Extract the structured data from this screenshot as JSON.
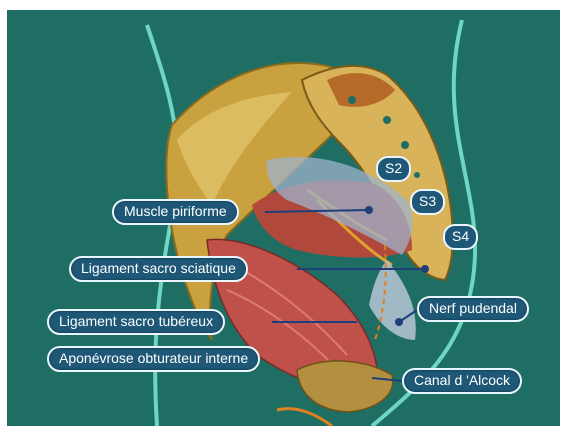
{
  "labels": {
    "muscle_piriforme": "Muscle piriforme",
    "ligament_sacro_sciatique": "Ligament sacro sciatique",
    "ligament_sacro_tubereux": "Ligament sacro tubéreux",
    "aponevrose": "Aponévrose obturateur interne",
    "nerf_pudendal": "Nerf pudendal",
    "canal_alcock": "Canal d 'Alcock"
  },
  "vertebrae": {
    "s2": "S2",
    "s3": "S3",
    "s4": "S4"
  },
  "colors": {
    "background": "#1f6e63",
    "label_fill": "#1f5777",
    "label_border": "#eaf6ff",
    "leader_line": "#1e3f7a"
  }
}
